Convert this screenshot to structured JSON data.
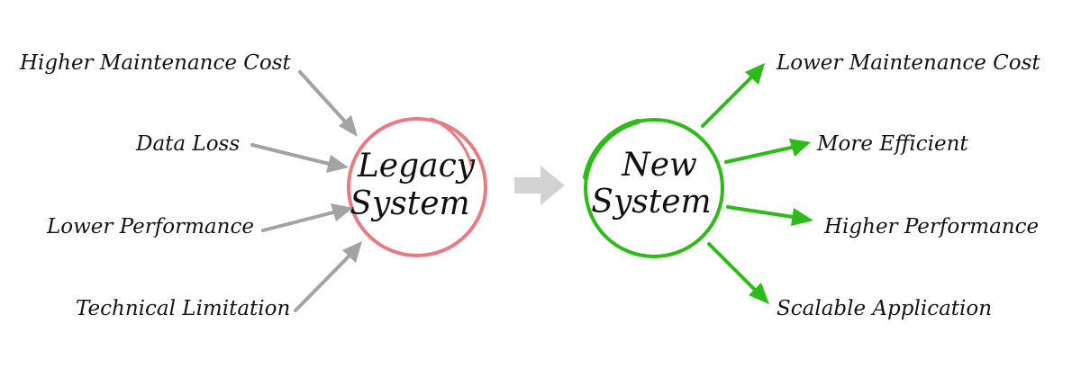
{
  "legacy": {
    "title_line1": "Legacy",
    "title_line2": "System",
    "ring_color": "#e97a83",
    "inputs": [
      "Higher Maintenance Cost",
      "Data Loss",
      "Lower Performance",
      "Technical Limitation"
    ]
  },
  "new_system": {
    "title_line1": "New",
    "title_line2": "System",
    "ring_color": "#2dbb18",
    "outputs": [
      "Lower Maintenance Cost",
      "More Efficient",
      "Higher Performance",
      "Scalable Application"
    ]
  },
  "colors": {
    "input_arrow": "#a3a3a3",
    "output_arrow": "#2dbb18",
    "transition_arrow": "#d3d3d3",
    "text": "#141414"
  },
  "icons": {
    "transition": "right-arrow-icon"
  }
}
